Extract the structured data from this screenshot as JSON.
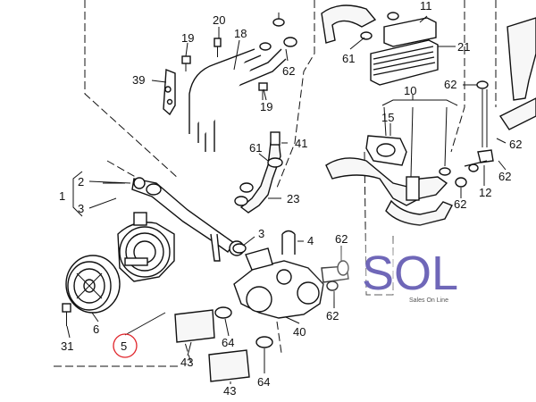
{
  "diagram": {
    "labels": {
      "p20": "20",
      "p19a": "19",
      "p18": "18",
      "p39": "39",
      "p62a": "62",
      "p19b": "19",
      "p61a": "61",
      "p11": "11",
      "p21": "21",
      "p62b": "62",
      "p10": "10",
      "p15": "15",
      "p61b": "61",
      "p41": "41",
      "p23": "23",
      "p2": "2",
      "p1": "1",
      "p3a": "3",
      "p3b": "3",
      "p4": "4",
      "p62c": "62",
      "p62d": "62",
      "p62e": "62",
      "p12": "12",
      "p62f": "62",
      "p62g": "62",
      "p6": "6",
      "p31": "31",
      "p5": "5",
      "p64a": "64",
      "p40": "40",
      "p43a": "43",
      "p43b": "43",
      "p64b": "64"
    },
    "highlight_color": "#e0242a"
  },
  "watermark": {
    "logo_text": "SOL",
    "tagline": "Sales On Line",
    "color": "#6f67b8"
  }
}
